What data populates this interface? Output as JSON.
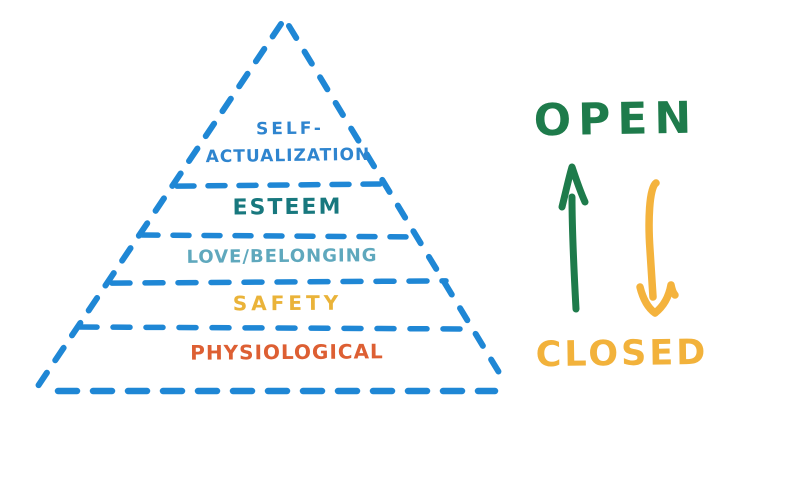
{
  "diagram": {
    "background_color": "#ffffff",
    "pyramid": {
      "outline_color": "#1f87d5",
      "levels": [
        {
          "lines": [
            "SELF-",
            "ACTUALIZATION"
          ],
          "color": "#2f85cf"
        },
        {
          "lines": [
            "ESTEEM"
          ],
          "color": "#18787e"
        },
        {
          "lines": [
            "LOVE/BELONGING"
          ],
          "color": "#5fa8bd"
        },
        {
          "lines": [
            "SAFETY"
          ],
          "color": "#eab339"
        },
        {
          "lines": [
            "PHYSIOLOGICAL"
          ],
          "color": "#dd5f33"
        }
      ]
    },
    "annotations": {
      "open_label": "OPEN",
      "open_color": "#1e7b4b",
      "closed_label": "CLOSED",
      "closed_color": "#f2b23b",
      "up_arrow_icon": "arrow-up",
      "up_arrow_color": "#1e7b4b",
      "down_arrow_icon": "arrow-down",
      "down_arrow_color": "#f4b33d"
    }
  }
}
